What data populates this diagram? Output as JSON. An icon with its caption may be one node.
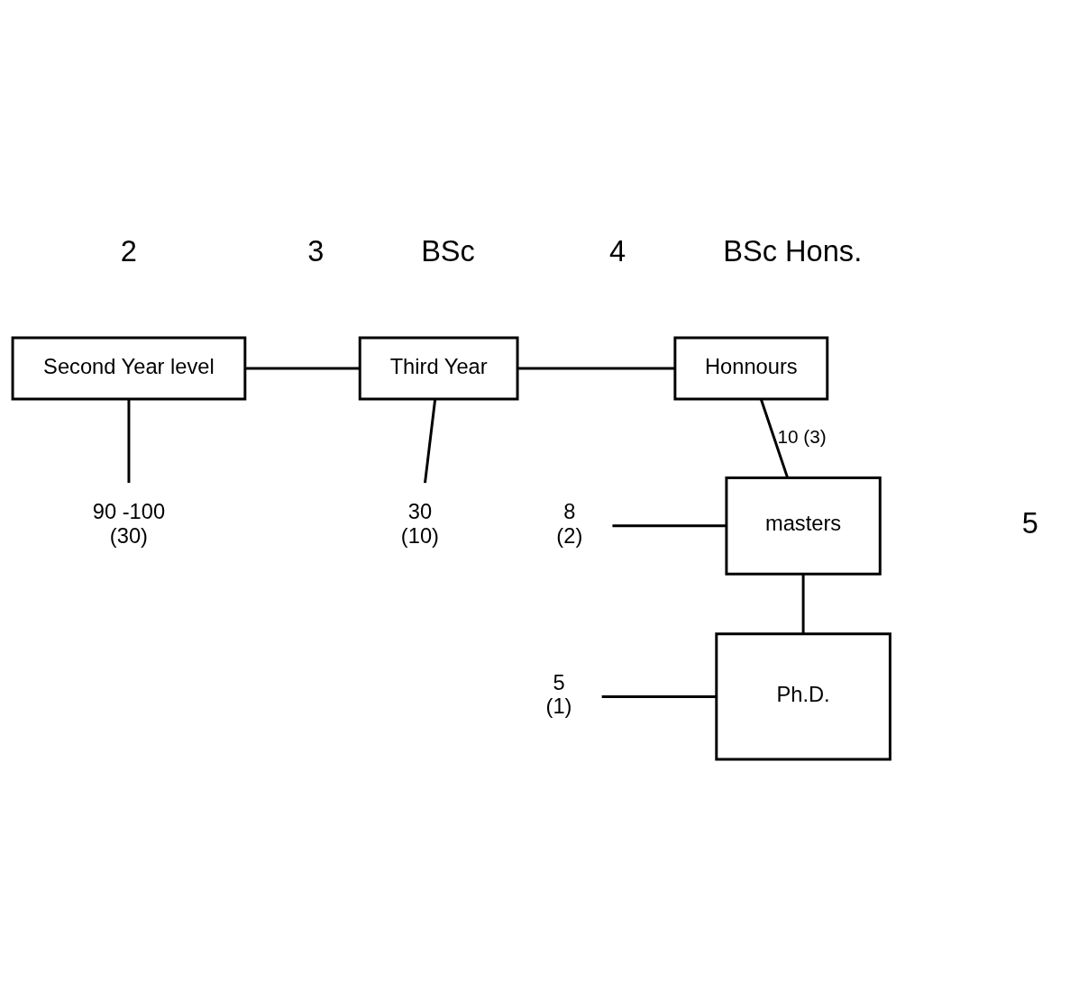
{
  "diagram": {
    "nodes": [
      {
        "text": [
          "Second Year level"
        ]
      },
      {
        "text": [
          "Third Year"
        ]
      },
      {
        "text": [
          "Honnours"
        ]
      },
      {
        "text": [
          "masters"
        ]
      },
      {
        "text": [
          "Ph.D."
        ]
      },
      {
        "text": [
          "90 -100",
          "(30)"
        ]
      },
      {
        "text": [
          "30",
          "(10)"
        ]
      },
      {
        "text": [
          "8",
          "(2)"
        ]
      },
      {
        "text": [
          "5",
          "(1)"
        ]
      }
    ],
    "edges": [
      {
        "from": 0,
        "to": 1,
        "arrow": "none"
      },
      {
        "from": 1,
        "to": 2,
        "arrow": "none"
      },
      {
        "from": 2,
        "to": 3,
        "arrow": "none",
        "label": "10 (3)"
      },
      {
        "from": 3,
        "to": 4,
        "arrow": "none"
      },
      {
        "from": 0,
        "to": 5,
        "arrow": "none"
      },
      {
        "from": 1,
        "to": 6,
        "arrow": "none"
      },
      {
        "from": 7,
        "to": 3,
        "arrow": "none"
      },
      {
        "from": 8,
        "to": 4,
        "arrow": "none"
      }
    ],
    "labels": [
      "2",
      "3",
      "BSc",
      "4",
      "BSc Hons.",
      "5"
    ]
  }
}
